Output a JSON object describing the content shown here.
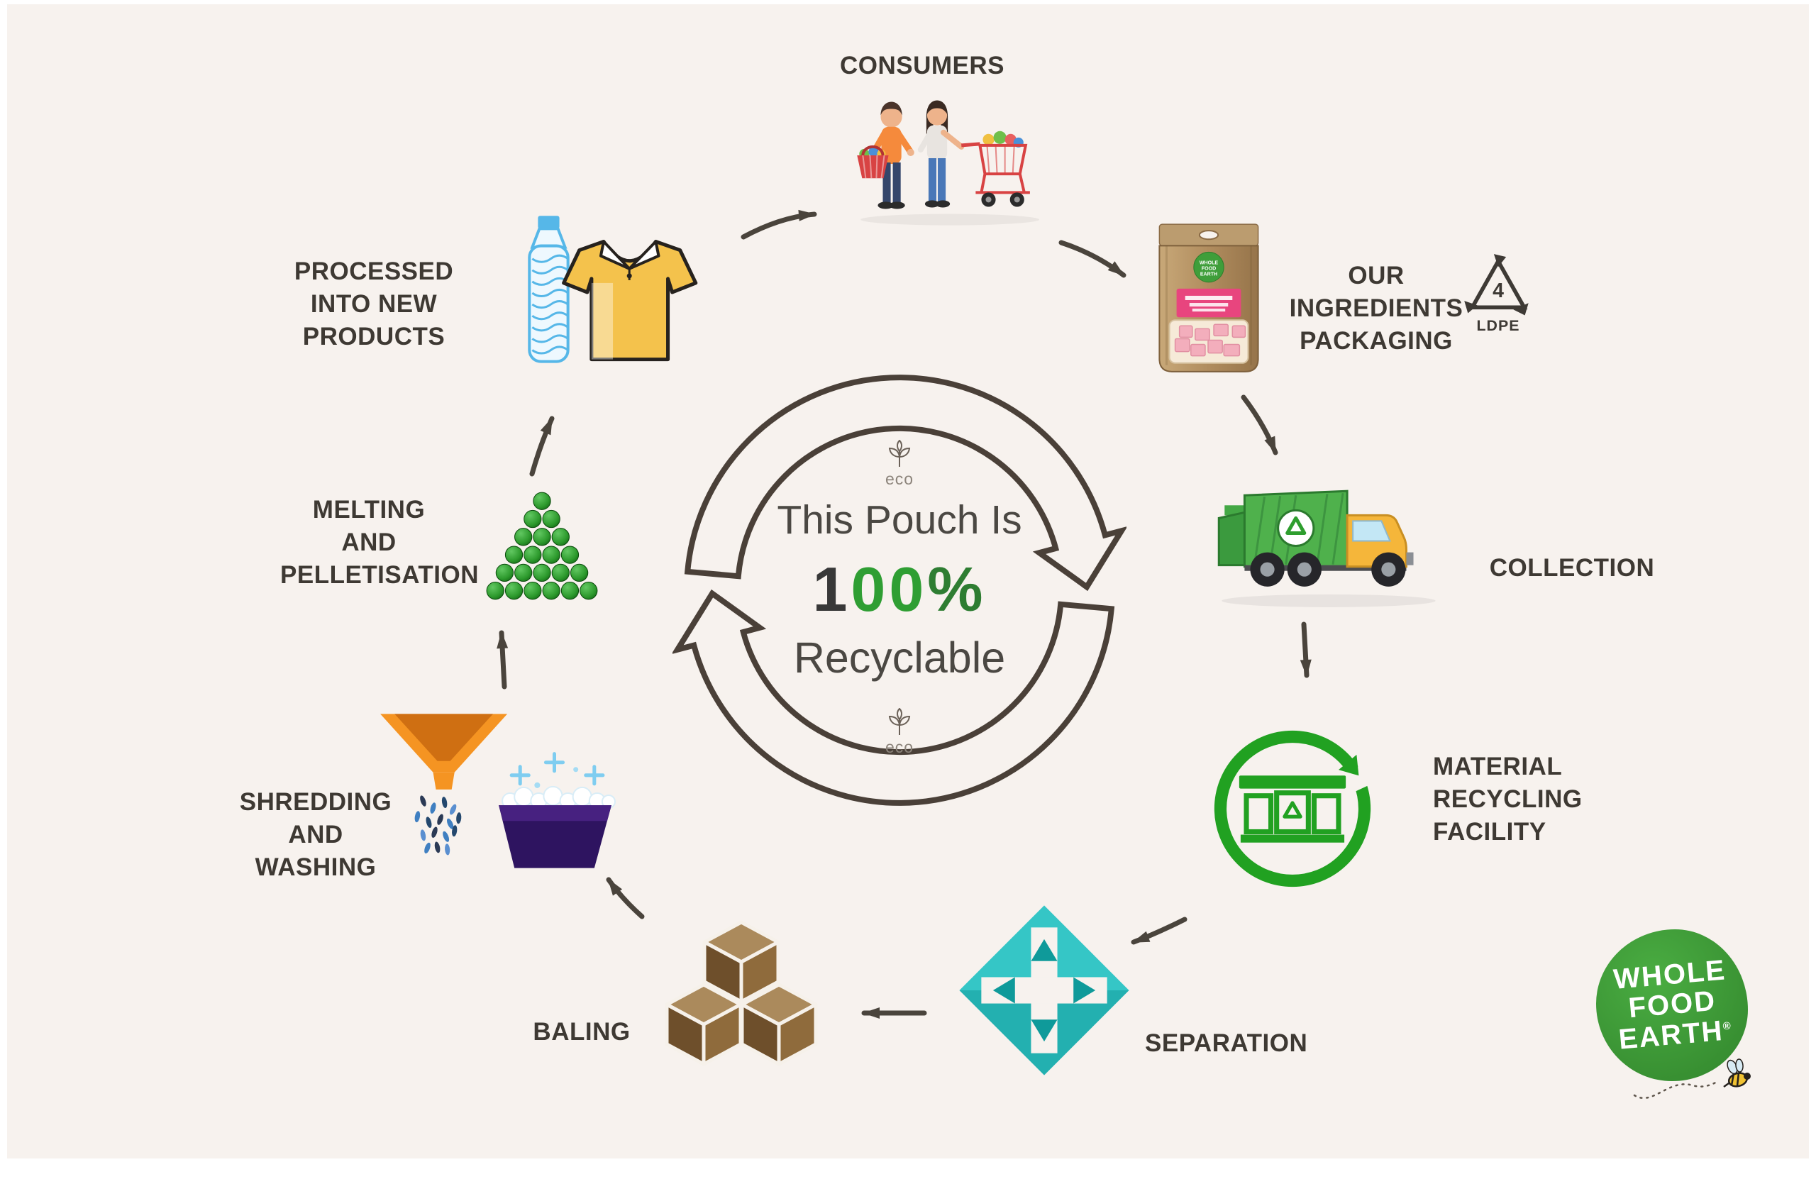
{
  "center": {
    "line1": "This Pouch Is",
    "pct_prefix": "1",
    "pct_zeros": "00",
    "pct_suffix": "%",
    "line2": "Recyclable",
    "eco_top": "eco",
    "eco_bottom": "eco"
  },
  "steps": {
    "consumers": {
      "label": "CONSUMERS"
    },
    "packaging": {
      "label": "OUR INGREDIENTS\nPACKAGING"
    },
    "ldpe": {
      "number": "4",
      "code": "LDPE"
    },
    "collection": {
      "label": "COLLECTION"
    },
    "mrf": {
      "label": "MATERIAL\nRECYCLING\nFACILITY"
    },
    "separation": {
      "label": "SEPARATION"
    },
    "baling": {
      "label": "BALING"
    },
    "shredding": {
      "label": "SHREDDING\nAND WASHING"
    },
    "melting": {
      "label": "MELTING\nAND\nPELLETISATION"
    },
    "processed": {
      "label": "PROCESSED\nINTO NEW PRODUCTS"
    }
  },
  "pouch": {
    "logo_line1": "WHOLE",
    "logo_line2": "FOOD",
    "logo_line3": "EARTH"
  },
  "logo": {
    "line1": "WHOLE",
    "line2": "FOOD",
    "line3": "EARTH",
    "registered": "®"
  },
  "colors": {
    "background": "#f7f2ee",
    "accent_green": "#2f9e33",
    "label_text": "#3e3933",
    "arrow": "#4a443c",
    "teal": "#2dbdbd",
    "kraft": "#b3946a",
    "funnel_orange": "#f59422",
    "tub_purple": "#2e1460",
    "shirt_yellow": "#f4c24c",
    "logo_green": "#3f9e3a"
  }
}
